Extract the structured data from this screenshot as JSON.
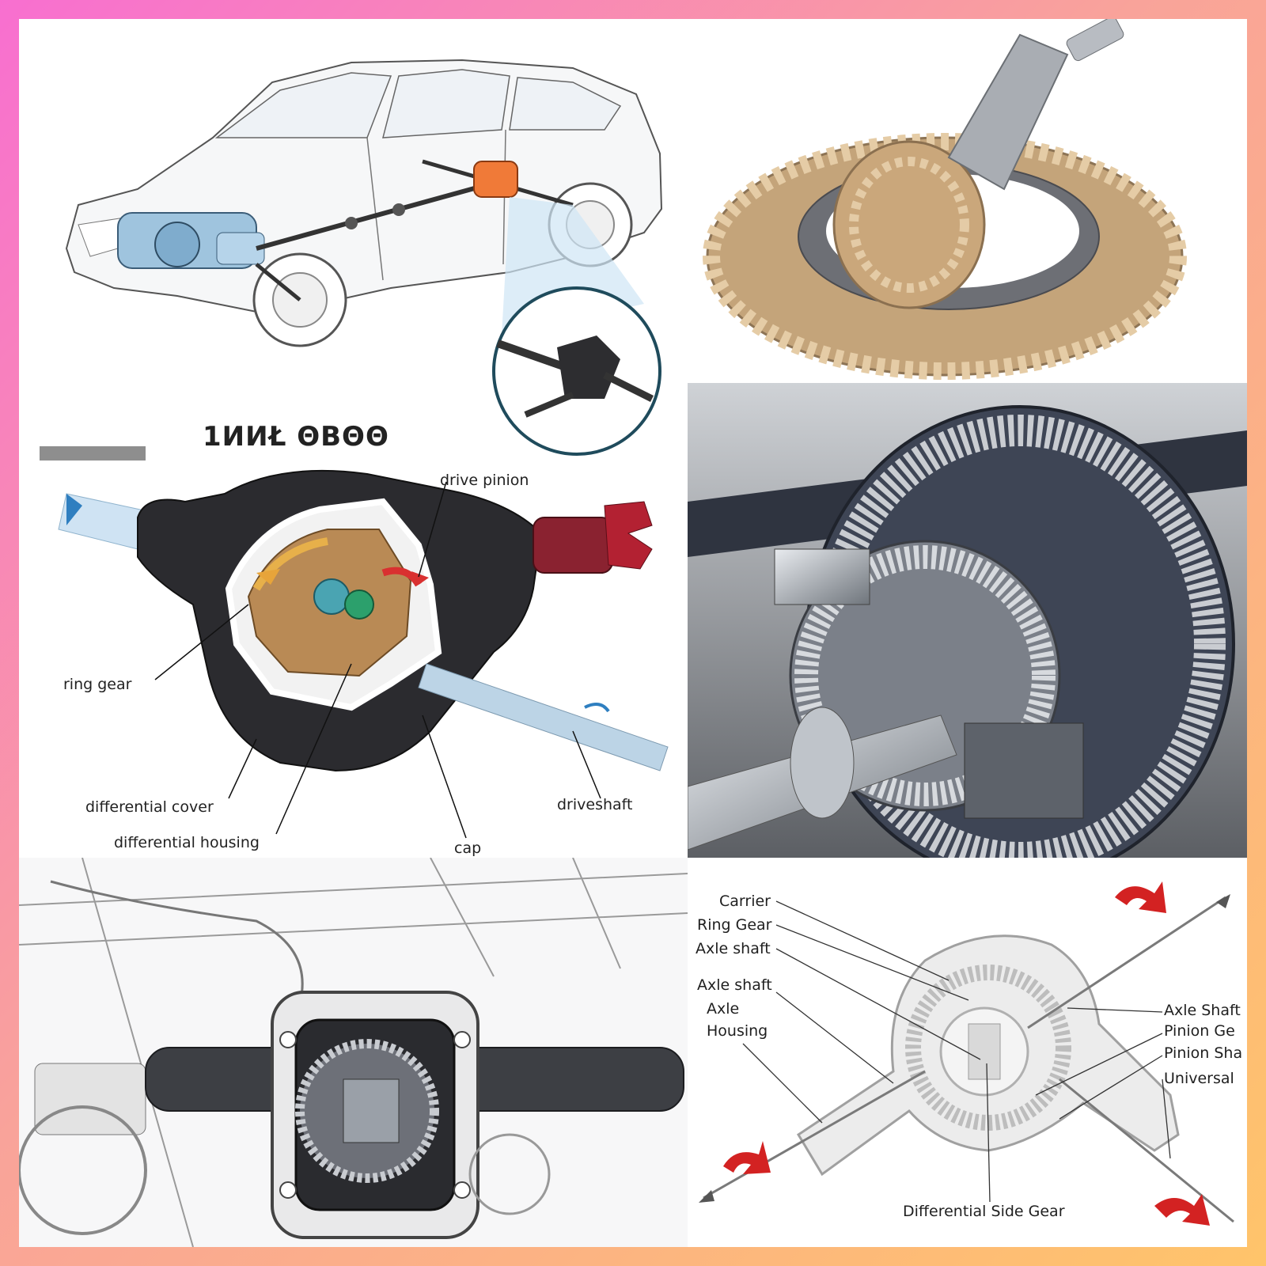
{
  "panels": {
    "car_driveline": {
      "caption": ""
    },
    "ring_pinion_photo": {
      "caption": ""
    },
    "differential_cutaway": {
      "title": "1ИИŁ ΘΒΘΘ",
      "labels": {
        "drive_pinion": "drive pinion",
        "ring_gear": "ring gear",
        "differential_cover": "differential cover",
        "differential_housing": "differential housing",
        "cap": "cap",
        "driveshaft": "driveshaft"
      }
    },
    "gear_render": {
      "caption": ""
    },
    "axle_sketch": {
      "caption": ""
    },
    "labeled_diagram": {
      "labels": {
        "carrier": "Carrier",
        "ring_gear": "Ring Gear",
        "axle_shaft_1": "Axle shaft",
        "axle_shaft_2": "Axle shaft",
        "axle": "Axle",
        "housing": "Housing",
        "axle_shaft_right": "Axle Shaft",
        "pinion_gear": "Pinion Ge",
        "pinion_shaft": "Pinion Sha",
        "universal": "Universal",
        "differential_side_gear": "Differential Side Gear"
      }
    }
  },
  "colors": {
    "frame_pink": "#f86fd0",
    "frame_orange": "#ffc46a",
    "accent_red": "#d32222",
    "housing_dark": "#2b2b2f",
    "gear_bronze": "#c9a77b",
    "steel": "#9ea6b0"
  }
}
